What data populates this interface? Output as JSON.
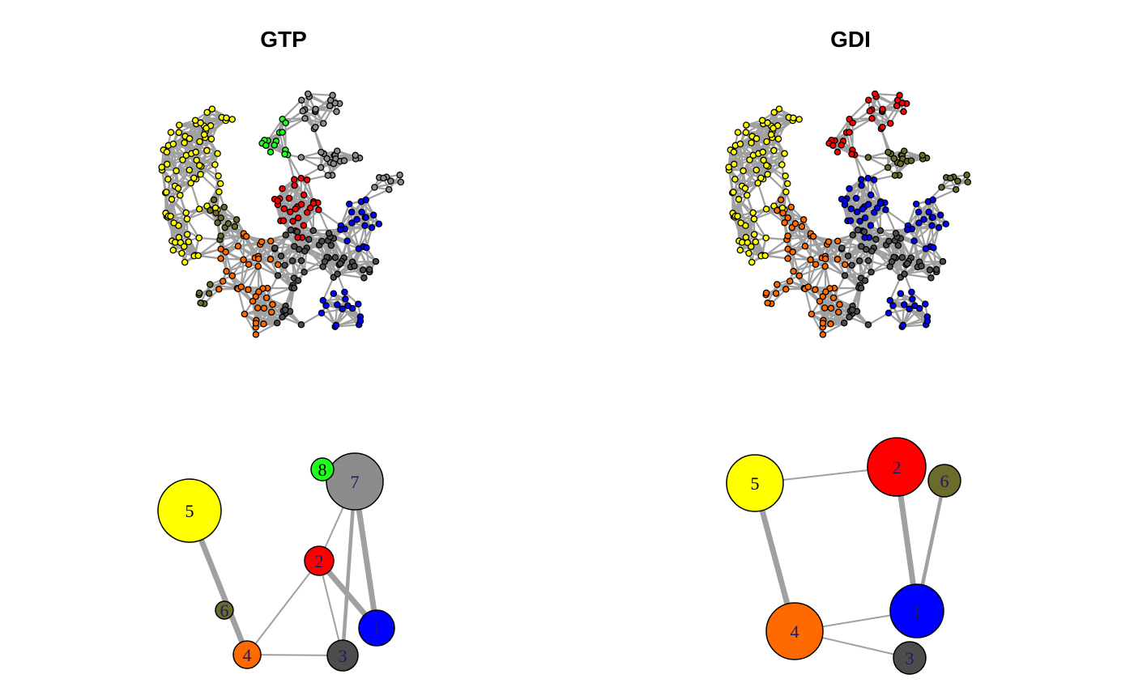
{
  "panels": [
    {
      "title": "GTP"
    },
    {
      "title": "GDI"
    }
  ],
  "colors": {
    "edge": "#a0a0a0",
    "node_stroke": "#000000",
    "yellow": "#ffff00",
    "red": "#ff0000",
    "blue": "#0000ff",
    "orange": "#ff6a00",
    "darkgray": "#4d4d4d",
    "olive": "#6b6b2c",
    "gray": "#8c8c8c",
    "green": "#1eff1e"
  },
  "community_graphs": [
    {
      "panel": "GTP",
      "nodes": [
        {
          "id": "1",
          "color": "blue",
          "label_color": "#1a1a70"
        },
        {
          "id": "2",
          "color": "red",
          "label_color": "#1a1a70"
        },
        {
          "id": "3",
          "color": "darkgray",
          "label_color": "#1a1a70"
        },
        {
          "id": "4",
          "color": "orange",
          "label_color": "#1a1a70"
        },
        {
          "id": "5",
          "color": "yellow",
          "label_color": "#000000"
        },
        {
          "id": "6",
          "color": "olive",
          "label_color": "#1a1a70"
        },
        {
          "id": "7",
          "color": "gray",
          "label_color": "#1a1a70"
        },
        {
          "id": "8",
          "color": "green",
          "label_color": "#000000"
        }
      ],
      "edges": [
        {
          "from": "5",
          "to": "4",
          "weight": 3
        },
        {
          "from": "4",
          "to": "3",
          "weight": 1
        },
        {
          "from": "4",
          "to": "2",
          "weight": 1
        },
        {
          "from": "2",
          "to": "3",
          "weight": 1
        },
        {
          "from": "2",
          "to": "1",
          "weight": 3
        },
        {
          "from": "7",
          "to": "1",
          "weight": 3
        },
        {
          "from": "7",
          "to": "3",
          "weight": 2
        },
        {
          "from": "7",
          "to": "2",
          "weight": 1
        }
      ]
    },
    {
      "panel": "GDI",
      "nodes": [
        {
          "id": "1",
          "color": "blue",
          "label_color": "#1a1a70"
        },
        {
          "id": "2",
          "color": "red",
          "label_color": "#1a1a70"
        },
        {
          "id": "3",
          "color": "darkgray",
          "label_color": "#1a1a70"
        },
        {
          "id": "4",
          "color": "orange",
          "label_color": "#1a1a70"
        },
        {
          "id": "5",
          "color": "yellow",
          "label_color": "#000000"
        },
        {
          "id": "6",
          "color": "olive",
          "label_color": "#1a1a70"
        }
      ],
      "edges": [
        {
          "from": "5",
          "to": "2",
          "weight": 1
        },
        {
          "from": "5",
          "to": "4",
          "weight": 3
        },
        {
          "from": "4",
          "to": "1",
          "weight": 1
        },
        {
          "from": "4",
          "to": "3",
          "weight": 1
        },
        {
          "from": "2",
          "to": "1",
          "weight": 3
        },
        {
          "from": "6",
          "to": "1",
          "weight": 2
        }
      ]
    }
  ]
}
